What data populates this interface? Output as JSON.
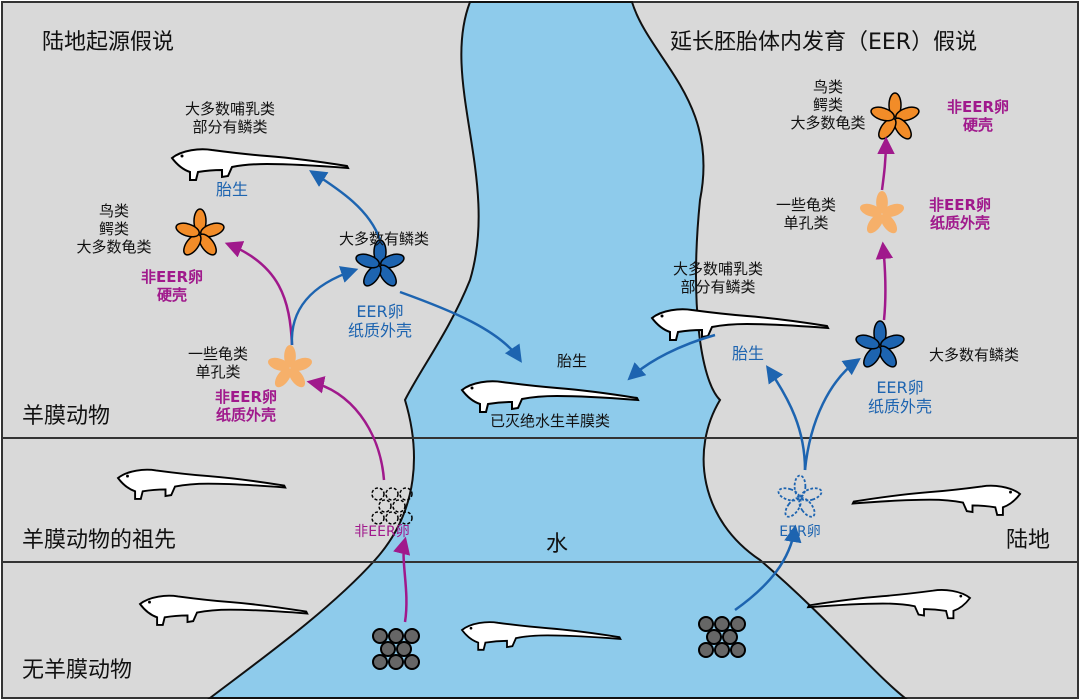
{
  "titles": {
    "left": "陆地起源假说",
    "right": "延长胚胎体内发育（EER）假说"
  },
  "rows": {
    "amniotes": "羊膜动物",
    "ancestors": "羊膜动物的祖先",
    "non_amniotes": "无羊膜动物"
  },
  "zones": {
    "water": "水",
    "land": "陆地"
  },
  "left": {
    "viviparity_group": "大多数哺乳类\n部分有鳞类",
    "viviparity": "胎生",
    "hard_shell_group": "鸟类\n鳄类\n大多数龟类",
    "hard_shell_label": "非EER卵\n硬壳",
    "squamates": "大多数有鳞类",
    "eer_paper_label": "EER卵\n纸质外壳",
    "paper_group": "一些龟类\n单孔类",
    "non_eer_paper_label": "非EER卵\n纸质外壳",
    "non_eer_egg": "非EER卵"
  },
  "center": {
    "viviparity": "胎生",
    "extinct": "已灭绝水生羊膜类"
  },
  "right": {
    "hard_shell_group": "鸟类\n鳄类\n大多数龟类",
    "hard_shell_label": "非EER卵\n硬壳",
    "paper_group": "一些龟类\n单孔类",
    "non_eer_paper_label": "非EER卵\n纸质外壳",
    "viviparity_group": "大多数哺乳类\n部分有鳞类",
    "viviparity": "胎生",
    "squamates": "大多数有鳞类",
    "eer_paper_label": "EER卵\n纸质外壳",
    "eer_egg": "EER卵"
  },
  "colors": {
    "background": "#d9d9d9",
    "water": "#8ecbeb",
    "blue": "#1d64b0",
    "magenta": "#a0198c",
    "orange": "#f28c28",
    "light_orange": "#f6b06a"
  },
  "icons": [
    "lizard-silhouette",
    "hard-shell-egg-flower",
    "paper-egg-flower",
    "eer-egg-flower",
    "egg-cluster"
  ]
}
